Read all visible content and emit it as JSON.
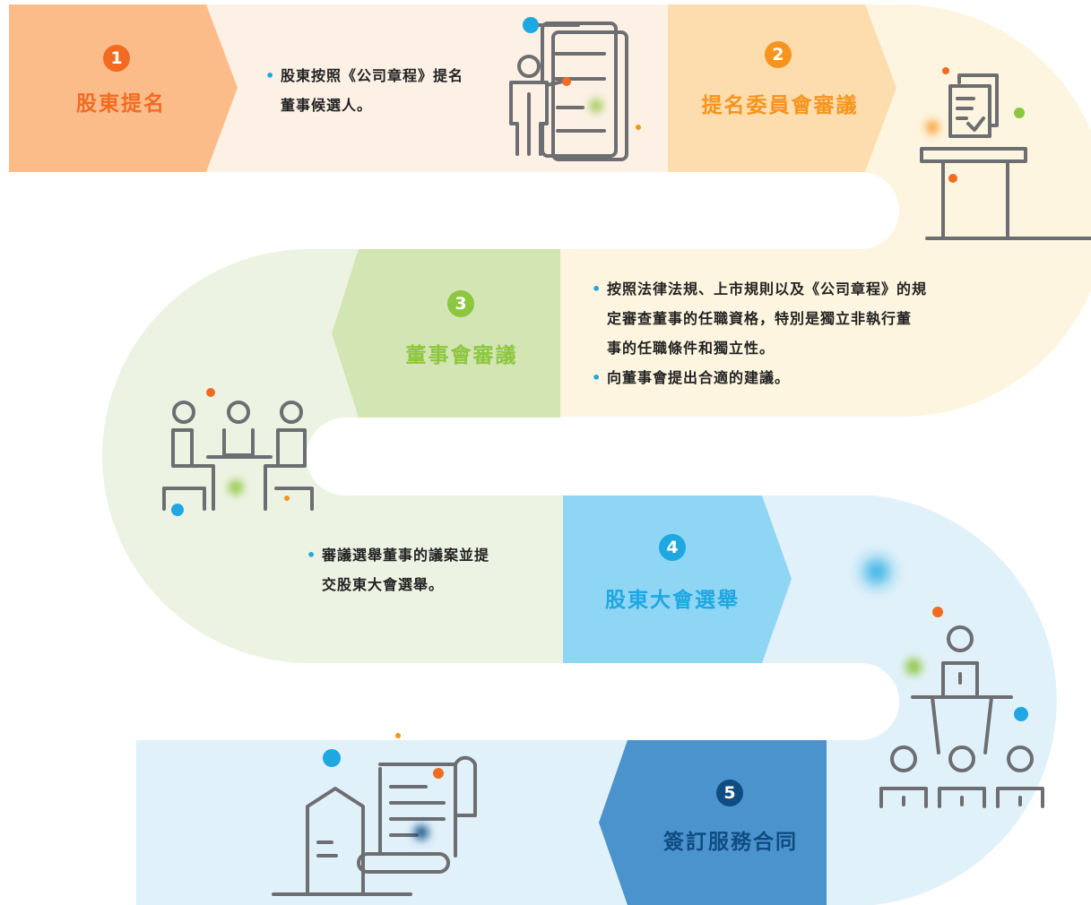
{
  "steps": [
    {
      "number": "1",
      "title": "股東提名",
      "color": "#f26b22",
      "desc_lines": [
        {
          "bullet": "•",
          "text": "股東按照《公司章程》提名"
        },
        {
          "text": "董事候選人。"
        }
      ]
    },
    {
      "number": "2",
      "title": "提名委員會審議",
      "color": "#f7941d",
      "desc_lines": [
        {
          "bullet": "•",
          "text": "按照法律法規、上市規則以及《公司章程》的規"
        },
        {
          "text": "定審查董事的任職資格，特別是獨立非執行董"
        },
        {
          "text": "事的任職條件和獨立性。"
        },
        {
          "bullet": "•",
          "text": "向董事會提出合適的建議。"
        }
      ]
    },
    {
      "number": "3",
      "title": "董事會審議",
      "color": "#8dc63f",
      "desc_lines": [
        {
          "bullet": "•",
          "text": "審議選舉董事的議案並提"
        },
        {
          "text": "交股東大會選舉。"
        }
      ]
    },
    {
      "number": "4",
      "title": "股東大會選舉",
      "color": "#1ea7e1"
    },
    {
      "number": "5",
      "title": "簽訂服務合同",
      "color": "#0f4c81"
    }
  ],
  "colors": {
    "orange_dot": "#f26b22",
    "green_dot": "#8dc63f",
    "blue_dot": "#1ea7e1",
    "navy_dot": "#0f4c81",
    "icon_stroke": "#6d6e71"
  },
  "icons": [
    "clipboard-person-icon",
    "document-podium-icon",
    "meeting-people-icon",
    "speaker-audience-icon",
    "contract-house-icon"
  ]
}
